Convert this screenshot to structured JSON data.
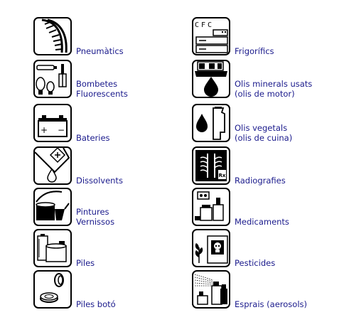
{
  "items": [
    {
      "id": "pneumatics",
      "lines": [
        "Pneumàtics"
      ],
      "icon": "tire-icon"
    },
    {
      "id": "frigorifics",
      "lines": [
        "Frigorífics"
      ],
      "icon": "refrigerator-cfc-icon",
      "icon_text": "CFC"
    },
    {
      "id": "bombetes",
      "lines": [
        "Bombetes",
        "Fluorescents"
      ],
      "icon": "light-bulbs-icon"
    },
    {
      "id": "olis-minerals",
      "lines": [
        "Olis minerals usats",
        "(olis de motor)"
      ],
      "icon": "motor-oil-icon"
    },
    {
      "id": "bateries",
      "lines": [
        "Bateries"
      ],
      "icon": "car-battery-icon",
      "icon_text_plus": "+",
      "icon_text_minus": "−"
    },
    {
      "id": "olis-vegetals",
      "lines": [
        "Olis vegetals",
        "(olis de cuina)"
      ],
      "icon": "cooking-oil-icon"
    },
    {
      "id": "dissolvents",
      "lines": [
        "Dissolvents"
      ],
      "icon": "solvent-icon"
    },
    {
      "id": "radiografies",
      "lines": [
        "Radiografies"
      ],
      "icon": "x-ray-icon",
      "icon_text": "Rx"
    },
    {
      "id": "pintures",
      "lines": [
        "Pintures",
        "Vernissos"
      ],
      "icon": "paint-can-icon"
    },
    {
      "id": "medicaments",
      "lines": [
        "Medicaments"
      ],
      "icon": "medicines-icon"
    },
    {
      "id": "piles",
      "lines": [
        "Piles"
      ],
      "icon": "batteries-icon"
    },
    {
      "id": "pesticides",
      "lines": [
        "Pesticides"
      ],
      "icon": "pesticide-icon"
    },
    {
      "id": "piles-boto",
      "lines": [
        "Piles botó"
      ],
      "icon": "button-cell-icon"
    },
    {
      "id": "esprais",
      "lines": [
        "Esprais (aerosols)"
      ],
      "icon": "aerosol-icon"
    }
  ],
  "colors": {
    "label": "#1a1a8c",
    "icon_stroke": "#000000",
    "icon_bg": "#ffffff"
  }
}
